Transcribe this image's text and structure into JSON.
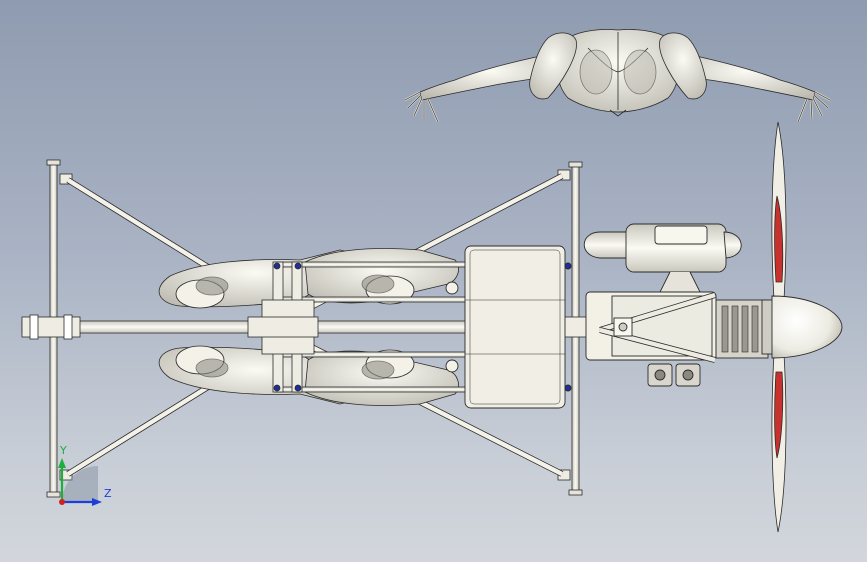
{
  "viewport": {
    "background_top": "#8f9bb0",
    "background_bottom": "#d2d6dc"
  },
  "model": {
    "parts": [
      "pilot-figure",
      "frame",
      "engine",
      "exhaust-muffler",
      "propeller",
      "spinner"
    ],
    "colors": {
      "part_fill": "#f3f1e6",
      "part_shade": "#c9c7bd",
      "edge": "#2b2b2b",
      "propeller_tip": "#c8322e",
      "fastener": "#1f2f9a"
    }
  },
  "triad": {
    "y_label": "Y",
    "z_label": "Z",
    "y_color": "#1fae3a",
    "z_color": "#1d3fd6",
    "x_color": "#d21f1f"
  }
}
